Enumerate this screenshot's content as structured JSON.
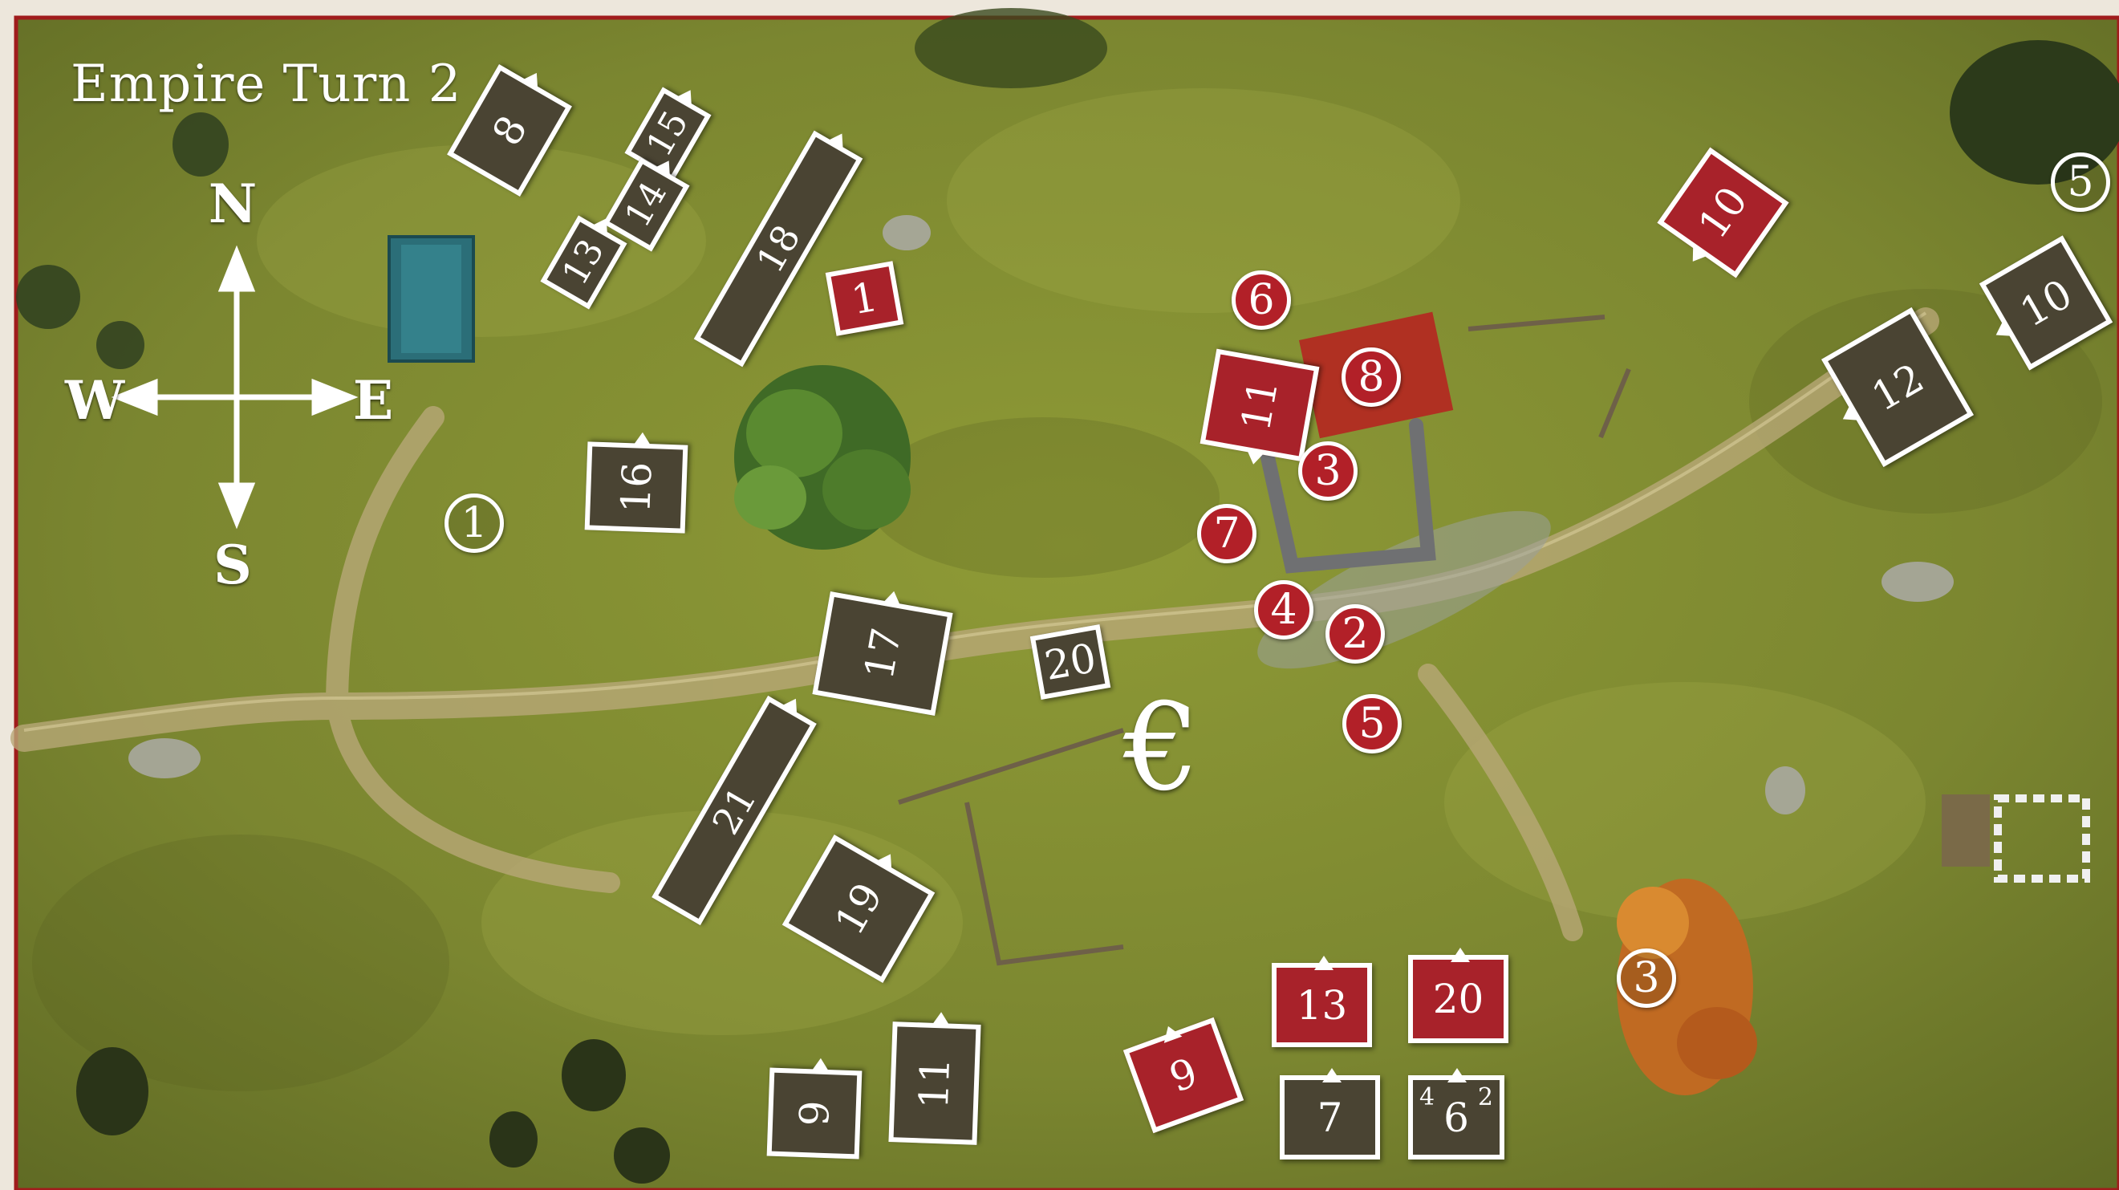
{
  "title": "Empire Turn 2",
  "compass": {
    "north": "N",
    "south": "S",
    "east": "E",
    "west": "W"
  },
  "objective_marker": "€",
  "empire_units": [
    {
      "label": "8"
    },
    {
      "label": "15"
    },
    {
      "label": "14"
    },
    {
      "label": "13"
    },
    {
      "label": "18"
    },
    {
      "label": "16"
    },
    {
      "label": "17"
    },
    {
      "label": "20"
    },
    {
      "label": "21"
    },
    {
      "label": "19"
    },
    {
      "label": "9"
    },
    {
      "label": "11"
    },
    {
      "label": "7"
    },
    {
      "label": "6",
      "corner_left": "4",
      "corner_right": "2"
    },
    {
      "label": "12"
    },
    {
      "label": "10"
    }
  ],
  "enemy_units": [
    {
      "label": "1"
    },
    {
      "label": "11"
    },
    {
      "label": "10"
    },
    {
      "label": "9"
    },
    {
      "label": "13"
    },
    {
      "label": "20"
    }
  ],
  "red_markers": [
    "6",
    "8",
    "3",
    "7",
    "4",
    "2",
    "5"
  ],
  "white_markers": [
    "1",
    "3",
    "5"
  ],
  "colors": {
    "grass": "#7f8a2f",
    "empire": "#4a4433",
    "enemy": "#a8222a",
    "road": "#b8a877",
    "frame": "#a01c1c"
  }
}
